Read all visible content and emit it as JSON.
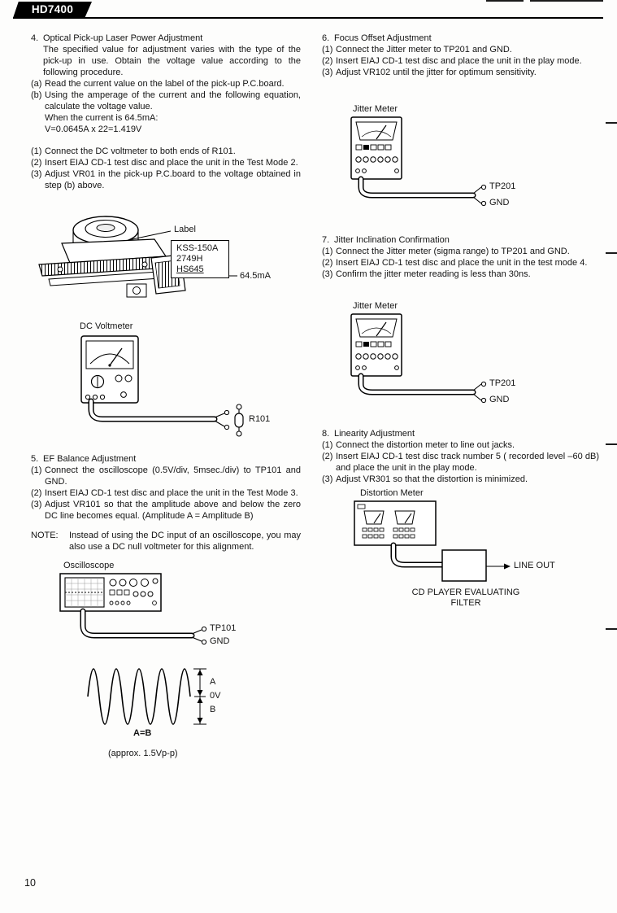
{
  "header": {
    "model": "HD7400"
  },
  "footer": {
    "page_number": "10"
  },
  "left": {
    "s4": {
      "num": "4.",
      "title": "Optical Pick-up Laser Power Adjustment",
      "intro": "The specified value for adjustment varies with the type of the pick-up in use. Obtain the voltage value according to the following procedure.",
      "items": [
        {
          "m": "(a)",
          "t": "Read the current value on the label of the pick-up P.C.board."
        },
        {
          "m": "(b)",
          "t": "Using the amperage of the current and the following equation, calculate the voltage value."
        }
      ],
      "eq1": "When the current is 64.5mA:",
      "eq2": "V=0.0645A x 22=1.419V",
      "steps": [
        {
          "m": "(1)",
          "t": "Connect the DC voltmeter to both ends of R101."
        },
        {
          "m": "(2)",
          "t": "Insert EIAJ CD-1 test disc and place the unit in the Test Mode 2."
        },
        {
          "m": "(3)",
          "t": "Adjust VR01 in the pick-up P.C.board to the voltage obtained in step (b) above."
        }
      ],
      "pickup_diagram": {
        "callout": "Label",
        "line1": "KSS-150A",
        "line2": "2749H",
        "line3": "HS645",
        "current": "64.5mA"
      },
      "voltmeter_diagram": {
        "title": "DC Voltmeter",
        "resistor": "R101"
      }
    },
    "s5": {
      "num": "5.",
      "title": "EF Balance Adjustment",
      "steps": [
        {
          "m": "(1)",
          "t": "Connect the oscilloscope (0.5V/div, 5msec./div) to TP101 and GND."
        },
        {
          "m": "(2)",
          "t": "Insert EIAJ CD-1 test disc and place the unit in the Test Mode 3."
        },
        {
          "m": "(3)",
          "t": "Adjust VR101 so that the amplitude above and below the zero DC line becomes equal. (Amplitude A = Amplitude B)"
        }
      ],
      "note_label": "NOTE:",
      "note_text": "Instead of using the DC input of an oscilloscope, you may also use a DC null voltmeter for this alignment.",
      "scope_diagram": {
        "title": "Oscilloscope",
        "tp": "TP101",
        "gnd": "GND"
      },
      "wave_diagram": {
        "a": "A",
        "zero": "0V",
        "b": "B",
        "equality": "A=B",
        "caption": "(approx. 1.5Vp-p)"
      }
    }
  },
  "right": {
    "s6": {
      "num": "6.",
      "title": "Focus Offset Adjustment",
      "steps": [
        {
          "m": "(1)",
          "t": "Connect the Jitter meter to TP201 and GND."
        },
        {
          "m": "(2)",
          "t": "Insert EIAJ CD-1 test disc and place the unit in the play mode."
        },
        {
          "m": "(3)",
          "t": "Adjust VR102 until the jitter for optimum sensitivity."
        }
      ],
      "diagram": {
        "title": "Jitter Meter",
        "tp": "TP201",
        "gnd": "GND"
      }
    },
    "s7": {
      "num": "7.",
      "title": "Jitter Inclination Confirmation",
      "steps": [
        {
          "m": "(1)",
          "t": "Connect the Jitter meter (sigma range) to TP201 and GND."
        },
        {
          "m": "(2)",
          "t": "Insert EIAJ CD-1 test disc and place the unit in the test mode 4."
        },
        {
          "m": "(3)",
          "t": "Confirm the jitter meter reading is less than 30ns."
        }
      ],
      "diagram": {
        "title": "Jitter Meter",
        "tp": "TP201",
        "gnd": "GND"
      }
    },
    "s8": {
      "num": "8.",
      "title": "Linearity Adjustment",
      "steps": [
        {
          "m": "(1)",
          "t": "Connect the distortion meter to line out jacks."
        },
        {
          "m": "(2)",
          "t": "Insert EIAJ CD-1 test disc track number 5 ( recorded level –60 dB) and place the unit in the play mode."
        },
        {
          "m": "(3)",
          "t": "Adjust VR301 so that the distortion is minimized."
        }
      ],
      "diagram": {
        "title": "Distortion Meter",
        "line_out": "LINE OUT",
        "caption1": "CD PLAYER EVALUATING",
        "caption2": "FILTER"
      }
    }
  }
}
